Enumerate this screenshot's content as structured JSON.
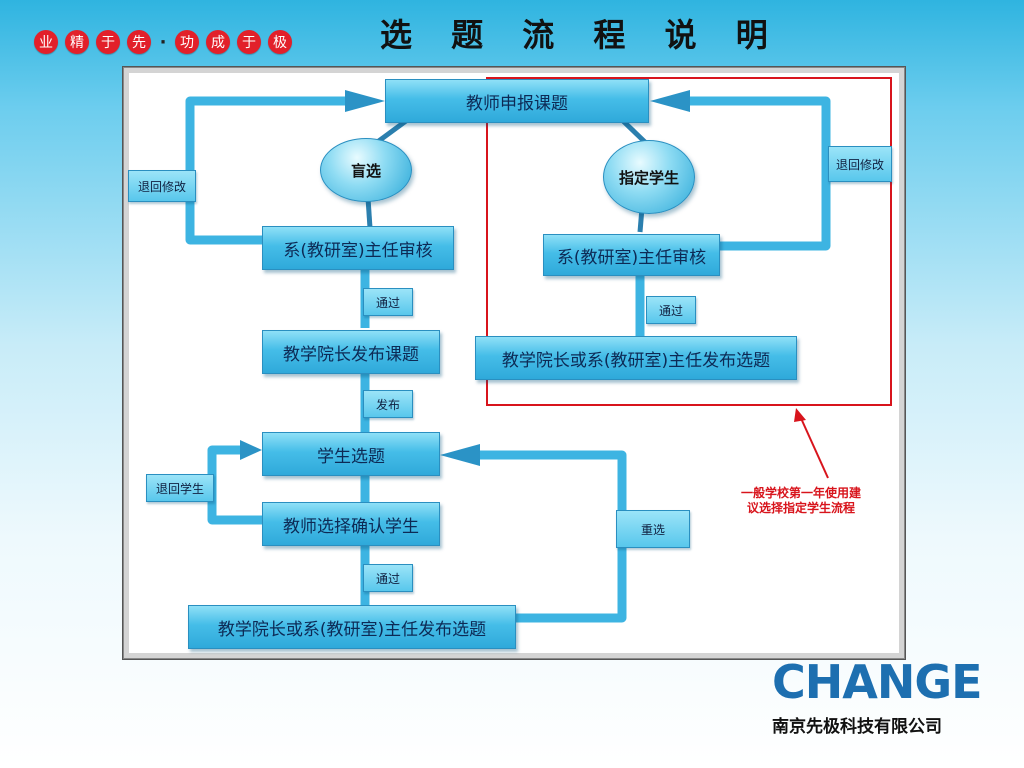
{
  "motto": [
    "业",
    "精",
    "于",
    "先",
    "·",
    "功",
    "成",
    "于",
    "极"
  ],
  "title": "选 题 流 程 说 明",
  "diagram": {
    "top_box": "教师申报课题",
    "left_circle": "盲选",
    "right_circle": "指定学生",
    "left_review": "系(教研室)主任审核",
    "right_review": "系(教研室)主任审核",
    "left_publish": "教学院长发布课题",
    "right_publish": "教学院长或系(教研室)主任发布选题",
    "student_select": "学生选题",
    "teacher_confirm": "教师选择确认学生",
    "final_publish": "教学院长或系(教研室)主任发布选题",
    "lbl_return_left": "退回修改",
    "lbl_return_right": "退回修改",
    "lbl_pass_1": "通过",
    "lbl_pass_2": "通过",
    "lbl_publish": "发布",
    "lbl_return_student": "退回学生",
    "lbl_reselect": "重选",
    "lbl_pass_3": "通过",
    "note": "一般学校第一年使用建议选择指定学生流程",
    "note_line1": "一般学校第一年使用建",
    "note_line2": "议选择指定学生流程"
  },
  "colors": {
    "box": "#45bde8",
    "highlight": "#d8141c",
    "brand": "#1d6fb0",
    "motto": "#e2202a"
  },
  "brand": {
    "logo": "CHANGE",
    "company": "南京先极科技有限公司"
  }
}
